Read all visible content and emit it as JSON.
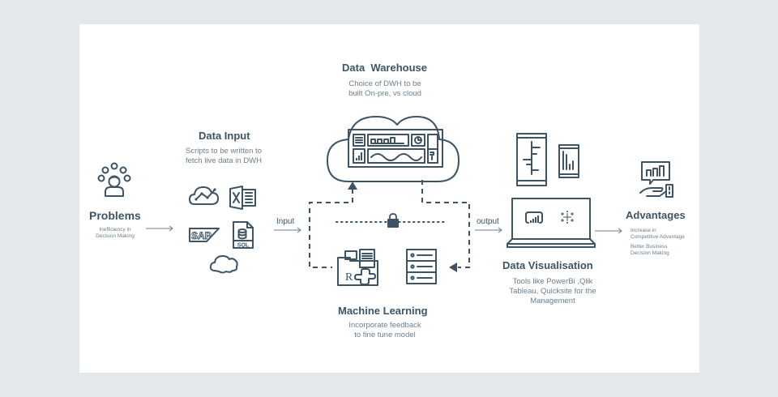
{
  "colors": {
    "background": "#e3e8ec",
    "card": "#ffffff",
    "primary": "#3d5466",
    "muted": "#6c7e8c"
  },
  "problems": {
    "title": "Problems",
    "description_lines": [
      "Inefficiency in",
      "Decision Making"
    ],
    "icon": "person-with-questions-icon"
  },
  "data_input": {
    "title": "Data Input",
    "description_lines": [
      "Scripts to be written to",
      "fetch live data in DWH"
    ],
    "icons": [
      "cloud-analytics-icon",
      "excel-icon",
      "sap-icon",
      "sql-file-icon",
      "salesforce-cloud-icon"
    ],
    "sap_text": "SAP",
    "sql_text": "SQL"
  },
  "data_warehouse": {
    "title": "Data  Warehouse",
    "description_lines": [
      "Choice of DWH to be",
      "built On-pre, vs cloud"
    ],
    "icon": "cloud-dashboard-icon"
  },
  "flow": {
    "input_label": "Input",
    "output_label": "output"
  },
  "machine_learning": {
    "title": "Machine Learning",
    "description_lines": [
      "Incorporate feedback",
      "to fine tune model"
    ],
    "r_text": "R"
  },
  "data_visualisation": {
    "title": "Data Visualisation",
    "description_lines": [
      "Tools like PowerBi ,Qlik",
      "Tableau, Quicksite for the",
      "Management"
    ]
  },
  "advantages": {
    "title": "Advantages",
    "items": [
      {
        "lines": [
          "Increase in",
          "Competitive Advantage"
        ]
      },
      {
        "lines": [
          "Better Business",
          "Decision Making"
        ]
      }
    ]
  }
}
